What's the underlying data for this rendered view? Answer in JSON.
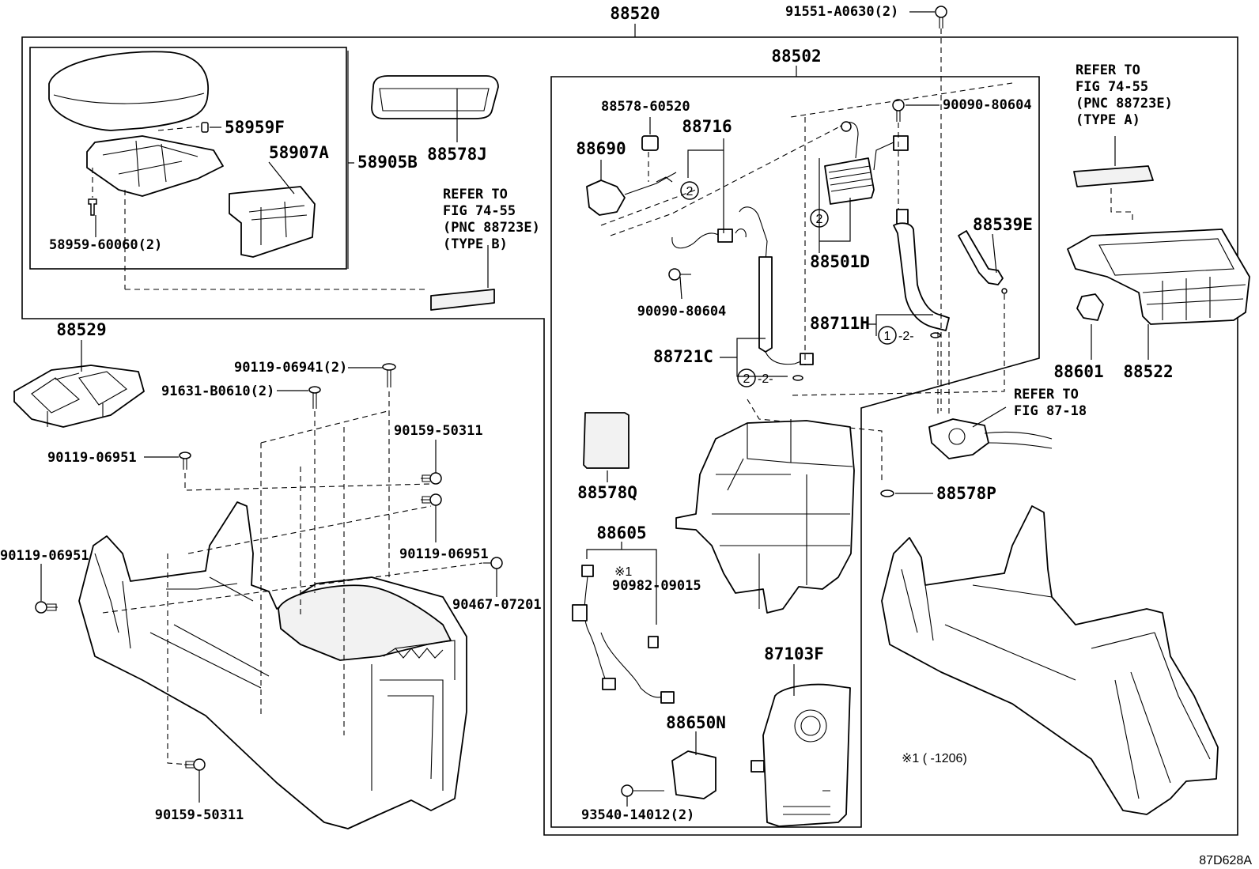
{
  "diagram": {
    "drawing_id": "87D628A",
    "labels": {
      "p88520": "88520",
      "p91551": "91551-A0630(2)",
      "p88502": "88502",
      "p88578_60520": "88578-60520",
      "p88716": "88716",
      "p90090_a": "90090-80604",
      "p88690": "88690",
      "p88501D": "88501D",
      "p88539E": "88539E",
      "p90090_b": "90090-80604",
      "p88711H": "88711H",
      "p88721C": "88721C",
      "p58959F": "58959F",
      "p58907A": "58907A",
      "p58905B": "58905B",
      "p88578J": "88578J",
      "p58959_60060": "58959-60060(2)",
      "p88529": "88529",
      "p90119_06941": "90119-06941(2)",
      "p91631": "91631-B0610(2)",
      "p90159_50311_top": "90159-50311",
      "p90119_06951_a": "90119-06951",
      "p90119_06951_b": "90119-06951",
      "p90119_06951_c": "90119-06951",
      "p90467": "90467-07201",
      "p90159_50311_bottom": "90159-50311",
      "p88578Q": "88578Q",
      "p88605": "88605",
      "p90982": "90982-09015",
      "p88578P": "88578P",
      "p88601": "88601",
      "p88522": "88522",
      "p87103F": "87103F",
      "p88650N": "88650N",
      "p93540": "93540-14012(2)"
    },
    "refer_notes": {
      "type_b": [
        "REFER TO",
        "FIG 74-55",
        "(PNC 88723E)",
        "(TYPE B)"
      ],
      "type_a": [
        "REFER TO",
        "FIG 74-55",
        "(PNC 88723E)",
        "(TYPE A)"
      ],
      "fig_87_18": [
        "REFER TO",
        "FIG 87-18"
      ]
    },
    "circle_marks": {
      "c2_a": "2",
      "c2_b": "2",
      "c2_c": "2",
      "c1": "1",
      "dash_2_a": "-2-",
      "dash_2_b": "-2-"
    },
    "footnote_mark": "※1",
    "footnote": "※1 (      -1206)"
  }
}
